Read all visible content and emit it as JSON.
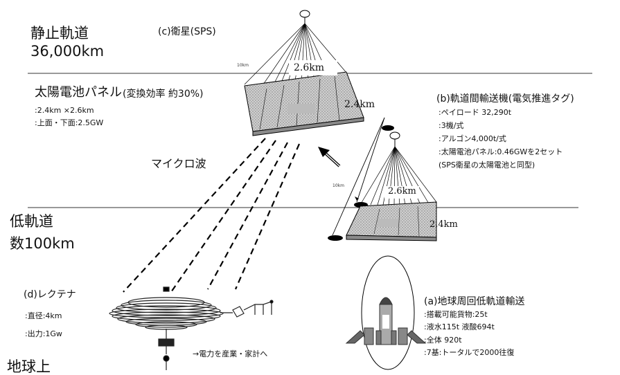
{
  "orbits": {
    "geo": {
      "name": "静止軌道",
      "alt": "36,000km"
    },
    "leo": {
      "name": "低軌道",
      "alt": "数100km"
    },
    "ground": "地球上"
  },
  "sps": {
    "label": "(c)衛星(SPS)",
    "dim_26": "2.6km",
    "dim_24": "2.4km",
    "dim_10": "10km",
    "panel_title": "太陽電池パネル",
    "panel_eff": "(変換効率 約30%)",
    "panel_size": ":2.4km ×2.6km",
    "panel_power": ":上面・下面:2.5GW"
  },
  "microwave": "マイクロ波",
  "otv": {
    "title": "(b)軌道間輸送機(電気推進タグ)",
    "lines": [
      ":ペイロード 32,290t",
      ":3機/式",
      ":アルゴン4,000t/式",
      ":太陽電池パネル:0.46GWを2セット",
      "(SPS衛星の太陽電池と同型)"
    ],
    "dim_26": "2.6km",
    "dim_24": "2.4km",
    "dim_10": "10km"
  },
  "rectenna": {
    "title": "(d)レクテナ",
    "diameter": ":直径:4km",
    "output": ":出力:1Gw",
    "note": "→電力を産業・家計へ"
  },
  "rocket": {
    "title": "(a)地球周回低軌道輸送",
    "lines": [
      ":搭載可能貨物:25t",
      ":液水115t 液酸694t",
      ":全体 920t",
      ":7基:トータルで2000往復"
    ]
  }
}
